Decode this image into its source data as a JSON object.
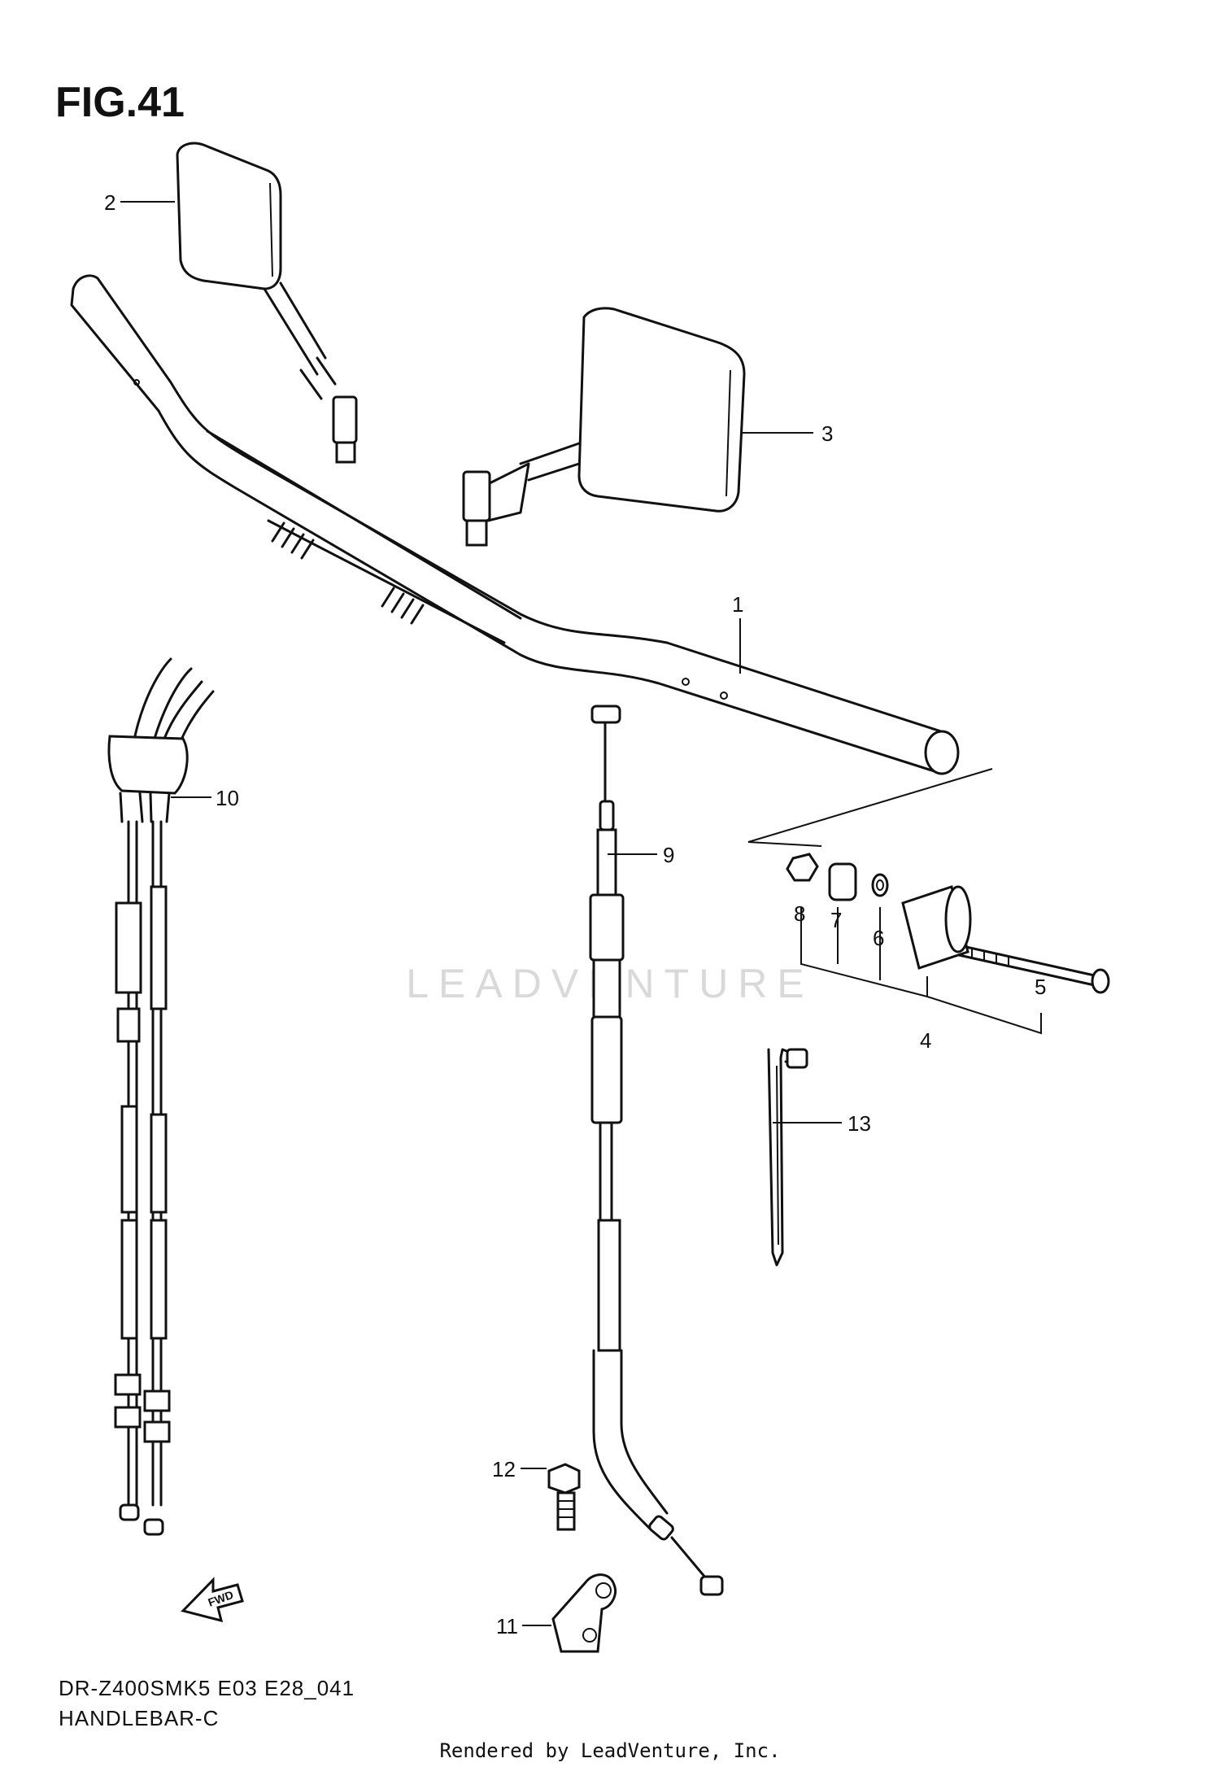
{
  "figure": {
    "title": "FIG.41",
    "model_code": "DR-Z400SMK5 E03 E28_041",
    "section_name": "HANDLEBAR-C",
    "rendered_by": "Rendered by LeadVenture, Inc.",
    "watermark": "LEADVENTURE",
    "fwd_label": "FWD"
  },
  "callouts": [
    "1",
    "2",
    "3",
    "4",
    "5",
    "6",
    "7",
    "8",
    "9",
    "10",
    "11",
    "12",
    "13"
  ],
  "colors": {
    "line": "#111111",
    "background": "#ffffff",
    "watermark": "#d9d9d9"
  }
}
